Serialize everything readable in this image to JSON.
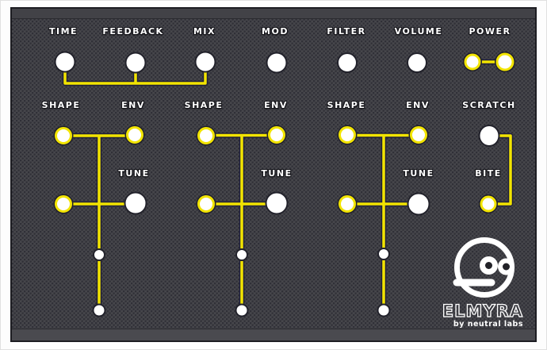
{
  "colors": {
    "accent_yellow": "#f2e400",
    "panel_base": "#46464b",
    "wire_outline": "#20203a",
    "knob_fill": "#ffffff"
  },
  "top_row": {
    "time": "TIME",
    "feedback": "FEEDBACK",
    "mix": "MIX",
    "mod": "MOD",
    "filter": "FILTER",
    "volume": "VOLUME",
    "power": "POWER"
  },
  "columns": [
    {
      "shape": "SHAPE",
      "env": "ENV",
      "tune": "TUNE"
    },
    {
      "shape": "SHAPE",
      "env": "ENV",
      "tune": "TUNE"
    },
    {
      "shape": "SHAPE",
      "env": "ENV",
      "tune": "TUNE"
    }
  ],
  "touch": {
    "scratch": "SCRATCH",
    "bite": "BITE"
  },
  "brand": {
    "name": "ELMYRA",
    "byline": "by neutral labs"
  }
}
